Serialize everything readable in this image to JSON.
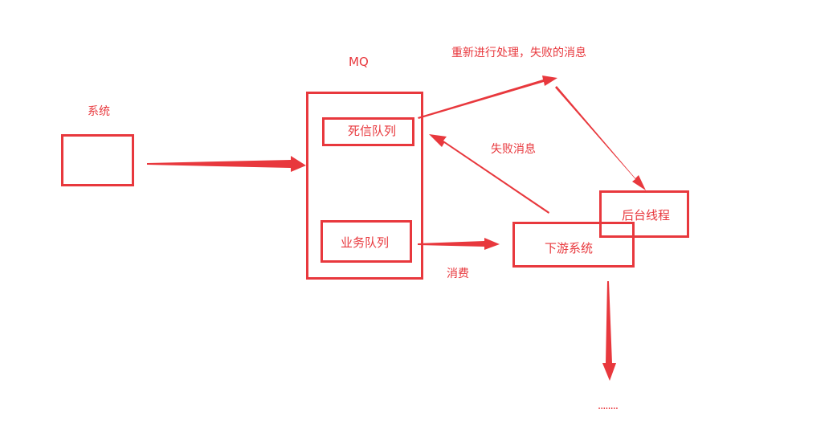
{
  "labels": {
    "system": "系统",
    "mq": "MQ",
    "retry_note": "重新进行处理，失败的消息",
    "failed_msg": "失败消息",
    "consume": "消费",
    "ellipsis": "........"
  },
  "boxes": {
    "dead_letter_queue": "死信队列",
    "business_queue": "业务队列",
    "downstream_system": "下游系统",
    "background_thread": "后台线程"
  },
  "colors": {
    "accent": "#e8383d"
  }
}
